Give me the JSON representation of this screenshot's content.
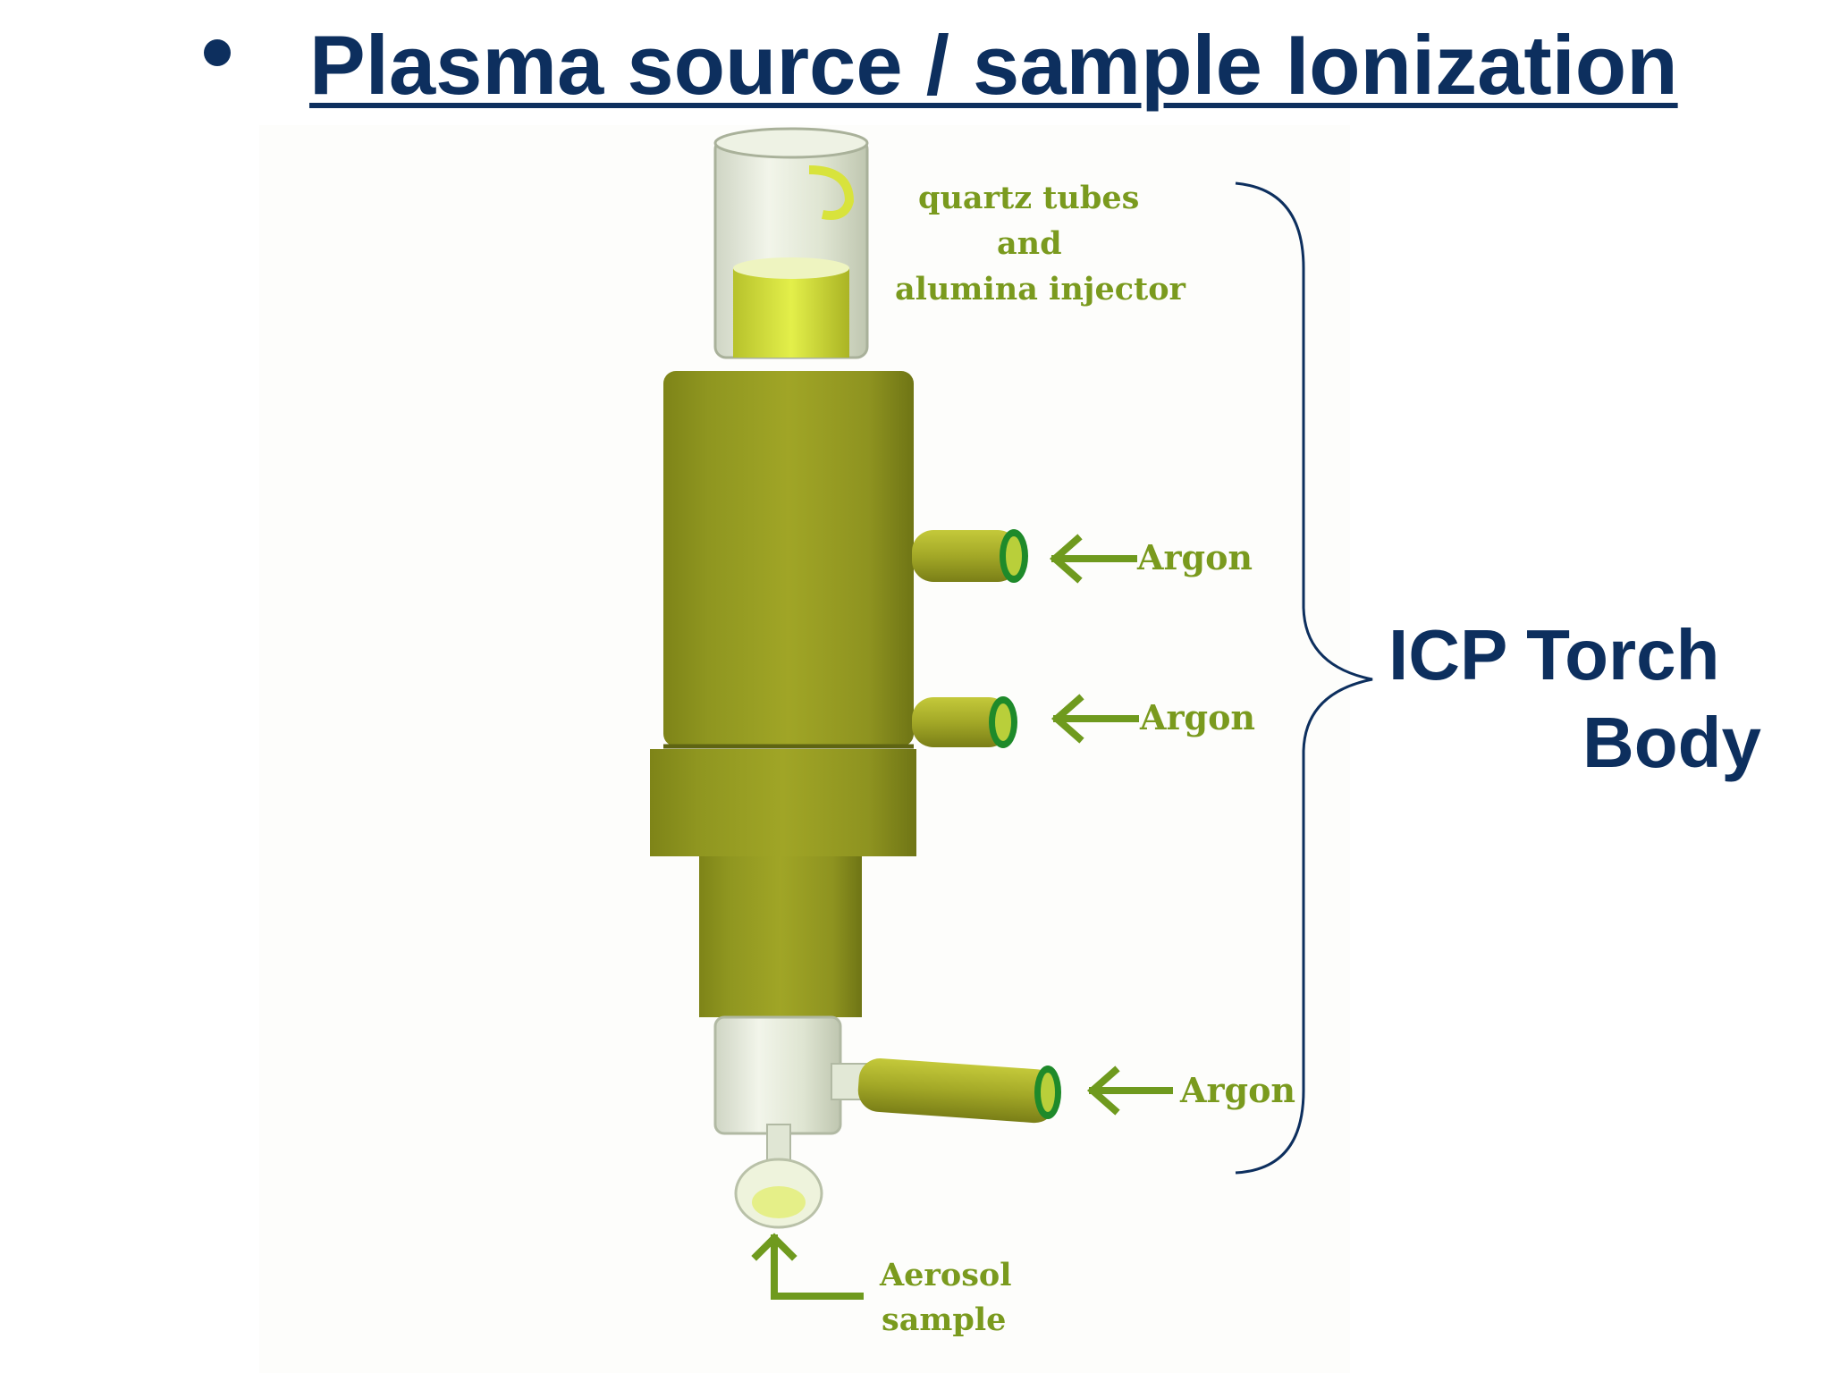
{
  "slide": {
    "title": "Plasma source / sample Ionization",
    "bullet_icon": "bullet-icon"
  },
  "labels": {
    "quartz_line1": "quartz tubes",
    "quartz_line2": "and",
    "quartz_line3": "alumina injector",
    "argon_1": "Argon",
    "argon_2": "Argon",
    "argon_3": "Argon",
    "aerosol_line1": "Aerosol",
    "aerosol_line2": "sample",
    "torch_line1": "ICP Torch",
    "torch_line2": "Body"
  },
  "colors": {
    "title": "#0d2f5e",
    "label_green": "#7a9a1e",
    "torch_body": "#8f9420",
    "glass_tube": "#e7ecd8",
    "brace": "#0d2f5e"
  },
  "icons": {
    "arrows": [
      "arrow-left-icon",
      "arrow-left-icon",
      "arrow-left-icon",
      "arrow-up-icon"
    ],
    "brace": "curly-brace-icon"
  }
}
